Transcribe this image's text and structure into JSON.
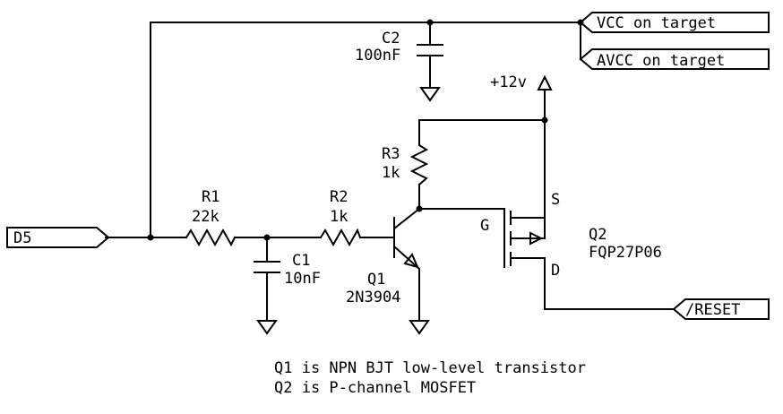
{
  "ports": {
    "d5": "D5",
    "vcc": "VCC on target",
    "avcc": "AVCC on target",
    "reset": "/RESET",
    "supply": "+12v"
  },
  "components": {
    "c2": {
      "ref": "C2",
      "value": "100nF"
    },
    "r1": {
      "ref": "R1",
      "value": "22k"
    },
    "c1": {
      "ref": "C1",
      "value": "10nF"
    },
    "r2": {
      "ref": "R2",
      "value": "1k"
    },
    "r3": {
      "ref": "R3",
      "value": "1k"
    },
    "q1": {
      "ref": "Q1",
      "value": "2N3904"
    },
    "q2": {
      "ref": "Q2",
      "value": "FQP27P06",
      "gate": "G",
      "source": "S",
      "drain": "D"
    }
  },
  "notes": [
    "Q1 is NPN BJT low-level transistor",
    "Q2 is P-channel MOSFET"
  ]
}
